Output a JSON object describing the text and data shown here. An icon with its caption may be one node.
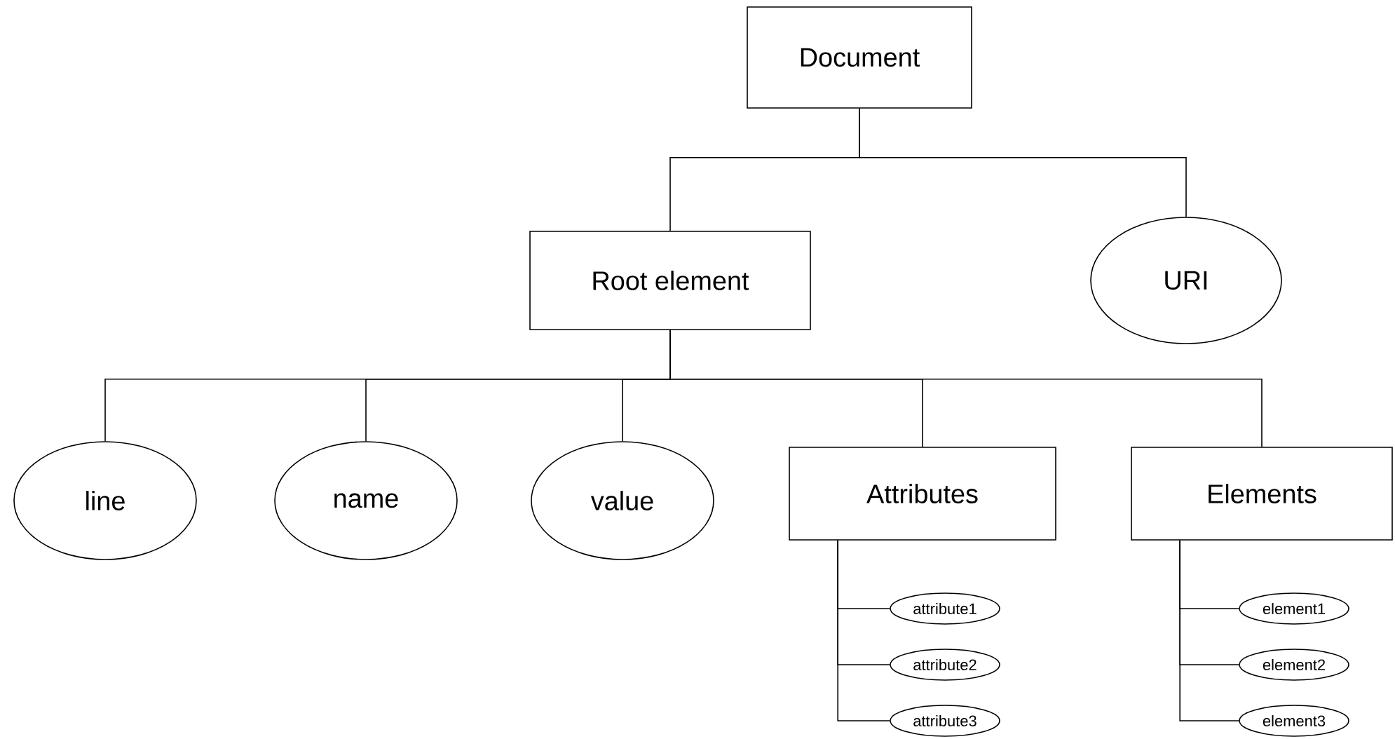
{
  "diagram": {
    "nodes": [
      {
        "text": [
          "Document"
        ]
      },
      {
        "text": [
          "Root element"
        ]
      },
      {
        "text": [
          "URI"
        ]
      },
      {
        "text": [
          "line"
        ]
      },
      {
        "text": [
          "name"
        ]
      },
      {
        "text": [
          "value"
        ]
      },
      {
        "text": [
          "Attributes"
        ]
      },
      {
        "text": [
          "Elements"
        ]
      },
      {
        "text": [
          "attribute1"
        ]
      },
      {
        "text": [
          "attribute2"
        ]
      },
      {
        "text": [
          "attribute3"
        ]
      },
      {
        "text": [
          "element1"
        ]
      },
      {
        "text": [
          "element2"
        ]
      },
      {
        "text": [
          "element3"
        ]
      }
    ],
    "edges": [
      {
        "from": 0,
        "to": 1,
        "arrow": "none"
      },
      {
        "from": 0,
        "to": 2,
        "arrow": "none"
      },
      {
        "from": 1,
        "to": 3,
        "arrow": "none"
      },
      {
        "from": 1,
        "to": 4,
        "arrow": "none"
      },
      {
        "from": 1,
        "to": 5,
        "arrow": "none"
      },
      {
        "from": 1,
        "to": 6,
        "arrow": "none"
      },
      {
        "from": 1,
        "to": 7,
        "arrow": "none"
      },
      {
        "from": 6,
        "to": 8,
        "arrow": "none"
      },
      {
        "from": 6,
        "to": 9,
        "arrow": "none"
      },
      {
        "from": 6,
        "to": 10,
        "arrow": "none"
      },
      {
        "from": 7,
        "to": 11,
        "arrow": "none"
      },
      {
        "from": 7,
        "to": 12,
        "arrow": "none"
      },
      {
        "from": 7,
        "to": 13,
        "arrow": "none"
      }
    ]
  }
}
